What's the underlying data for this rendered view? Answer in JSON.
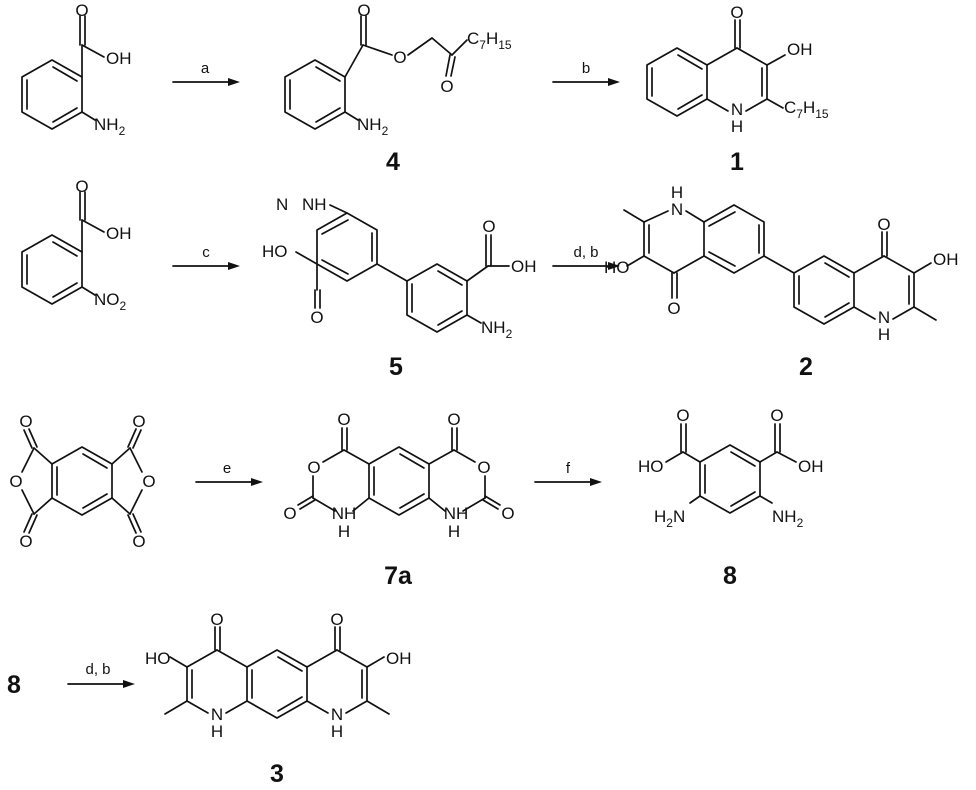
{
  "compounds": {
    "c4": "4",
    "c1": "1",
    "c5": "5",
    "c2": "2",
    "c7a": "7a",
    "c8": "8",
    "c3": "3",
    "c8_start": "8"
  },
  "conditions": {
    "a": "a",
    "b": "b",
    "c": "c",
    "db": "d, b",
    "e": "e",
    "f": "f",
    "db2": "d, b"
  },
  "atoms": {
    "O": "O",
    "OH": "OH",
    "HO": "HO",
    "NH2": "NH",
    "NO2": "NO",
    "H2N": "N",
    "H2": "H",
    "NH": "NH",
    "N": "N",
    "H": "H",
    "C7H15_C": "C",
    "C7H15_7": "7",
    "C7H15_H": "H",
    "C7H15_15": "15",
    "sub2": "2"
  }
}
